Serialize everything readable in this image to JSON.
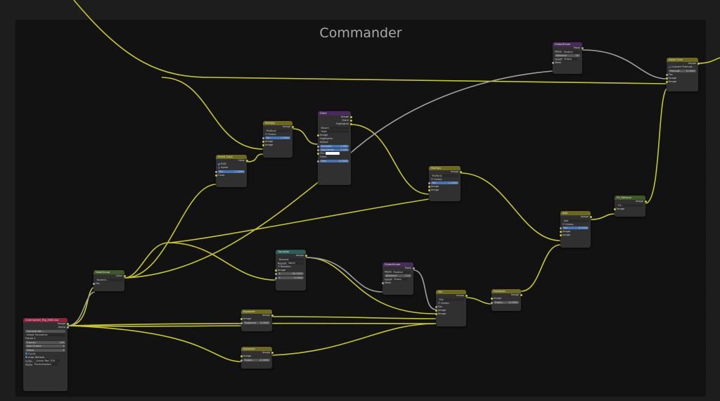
{
  "frame": {
    "title": "Commander"
  },
  "nodes": {
    "image": {
      "title": "Commander_Rig_0000.exr",
      "out_image": "Image",
      "out_alpha": "Alpha",
      "file_label": "Commander...",
      "colorspace_menu": "Image Sequence",
      "frames_label": "Frame 1",
      "frames": "Frames",
      "frames_val": "100",
      "start": "Start Frame",
      "start_val": "1",
      "offset": "Offset",
      "offset_val": "0",
      "cyclic": "Cyclic",
      "auto_refresh": "Auto-Refresh",
      "color_label": "Color...",
      "color_val": "Linear Rec.709",
      "alpha_label": "Alpha",
      "alpha_val": "Premultiplied"
    },
    "nodegroup": {
      "title": "NodeGroup",
      "out_color": "Color",
      "group_name": "NodeGr...",
      "in_fac": "Fac"
    },
    "invert": {
      "title": "Invert Color",
      "out_color": "Color",
      "rgb": "RGB",
      "alpha": "Alpha",
      "fac": "Fac",
      "fac_val": "1.0000",
      "in_color": "Color"
    },
    "multiply1": {
      "title": "Multiply",
      "out_image": "Image",
      "mode": "Multiply",
      "clamp": "Clamp",
      "fac": "Fac",
      "fac_val": "1.0000",
      "in1": "Image",
      "in2": "Image"
    },
    "glare": {
      "title": "Glare",
      "out_image": "Image",
      "out_glare": "Glare",
      "out_highlights": "Highlights",
      "type": "Bloom",
      "quality": "High",
      "in_image": "Image",
      "highlights": "Highlights",
      "adjust": "Adjust",
      "strength": "Strength",
      "strength_val": "1.000",
      "saturation": "Saturation",
      "saturation_val": "1.000",
      "tint": "Tint",
      "glare_sec": "Glare",
      "size": "Size",
      "size_val": "0.2000"
    },
    "multiply2": {
      "title": "Multiply",
      "out_image": "Image",
      "mode": "Multiply",
      "clamp": "Clamp",
      "fac": "Fac",
      "fac_val": "1.0000",
      "in1": "Image",
      "in2": "Image"
    },
    "dilate1": {
      "title": "Dilate/Erode",
      "out_mask": "Mask",
      "mode_label": "Mode",
      "mode_val": "Feather",
      "distance": "Distance",
      "distance_val": "-10",
      "falloff": "Falloff",
      "falloff_val": "Sharp",
      "in_mask": "Mask"
    },
    "alphaover": {
      "title": "Alpha Over",
      "out_image": "Image",
      "convert": "Convert Premult...",
      "premul": "Premult...",
      "premul_val": "0.0000",
      "in_fac": "Fac",
      "in1": "Image",
      "in2": "Image"
    },
    "fxdefocus": {
      "title": "FX_Defocus",
      "out_image": "Image",
      "group_name": "FX...",
      "in_image": "Image"
    },
    "add": {
      "title": "Add",
      "out_image": "Image",
      "mode": "Add",
      "clamp": "Clamp",
      "fac": "Fac",
      "fac_val": "0.2500",
      "in1": "Image",
      "in2": "Image"
    },
    "translate": {
      "title": "Translate",
      "out_image": "Image",
      "interp": "Nearest",
      "repeat_label": "Repeat",
      "repeat_val": "None",
      "relative": "Relative",
      "in_image": "Image",
      "x": "X",
      "x_val": "-50.0000",
      "y": "Y",
      "y_val": "0.0000"
    },
    "dilate2": {
      "title": "Dilate/Erode",
      "out_mask": "Mask",
      "mode_label": "Mode",
      "mode_val": "Feather",
      "distance": "Distance",
      "distance_val": "-110",
      "falloff": "Falloff",
      "falloff_val": "Sharp",
      "in_mask": "Mask"
    },
    "mix": {
      "title": "Mix",
      "out_image": "Image",
      "mode": "Mix",
      "clamp": "Clamp",
      "in_fac": "Fac",
      "in1": "Image",
      "in2": "Image"
    },
    "exposure3": {
      "title": "Exposure",
      "out_image": "Image",
      "in_image": "Image",
      "exposure": "Expos...",
      "exposure_val": "-3.0000"
    },
    "exposure1": {
      "title": "Exposure",
      "out_image": "Image",
      "in_image": "Image",
      "exposure": "Exposure",
      "exposure_val": "2.0000"
    },
    "exposure2": {
      "title": "Exposure",
      "out_image": "Image",
      "in_image": "Image",
      "exposure": "Expos...",
      "exposure_val": "-2.0000"
    }
  },
  "colors": {
    "wire_yellow": "#c7c729",
    "wire_gray": "#a1a1a1",
    "color_header": "#6d6a1d",
    "filter_header": "#4a2a5c",
    "distort_header": "#2f5b5b",
    "input_header": "#8a2240",
    "group_header": "#3e5a24"
  }
}
